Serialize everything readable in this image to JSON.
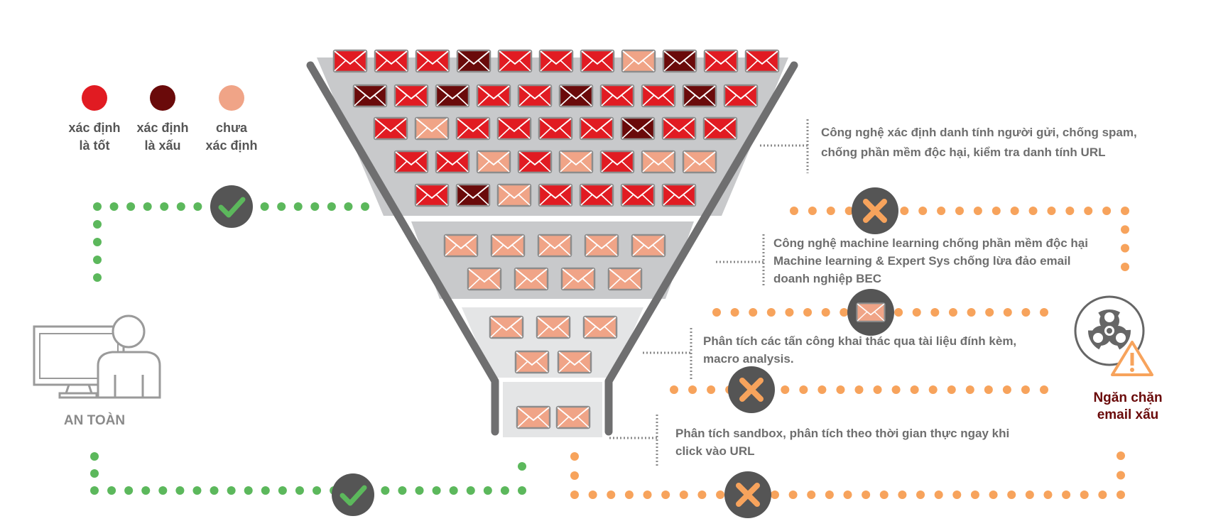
{
  "legend": {
    "good": {
      "line1": "xác định",
      "line2": "là tốt",
      "color": "#e11b22"
    },
    "bad": {
      "line1": "xác định",
      "line2": "là xấu",
      "color": "#6a0a0a"
    },
    "unknown": {
      "line1": "chưa",
      "line2": "xác định",
      "color": "#f0a487"
    }
  },
  "stages": [
    {
      "lines": [
        "Công nghệ xác định danh tính người gửi, chống spam,",
        "chống phần mềm độc hại, kiểm tra danh tính URL"
      ]
    },
    {
      "lines": [
        "Công nghệ machine learning chống phần mềm độc hại",
        "Machine learning & Expert Sys chống lừa đảo email",
        "doanh nghiệp BEC"
      ]
    },
    {
      "lines": [
        "Phân tích các tấn công khai thác qua tài liệu đính kèm,",
        "macro analysis."
      ]
    },
    {
      "lines": [
        "Phân tích sandbox, phân tích theo thời gian thực ngay khi",
        "click vào URL"
      ]
    }
  ],
  "safe_label": "AN TOÀN",
  "block_label": {
    "line1": "Ngăn chặn",
    "line2": "email xấu"
  },
  "funnel_rows": [
    [
      "g",
      "g",
      "g",
      "b",
      "g",
      "g",
      "g",
      "u",
      "b",
      "g",
      "g"
    ],
    [
      "b",
      "g",
      "b",
      "g",
      "g",
      "b",
      "g",
      "g",
      "b",
      "g"
    ],
    [
      "g",
      "u",
      "g",
      "g",
      "g",
      "g",
      "b",
      "g",
      "g"
    ],
    [
      "g",
      "g",
      "u",
      "g",
      "u",
      "g",
      "u",
      "u"
    ],
    [
      "g",
      "b",
      "u",
      "g",
      "g",
      "g",
      "g"
    ],
    [
      "u",
      "u",
      "u",
      "u",
      "u"
    ],
    [
      "u",
      "u",
      "u",
      "u"
    ],
    [
      "u",
      "u",
      "u"
    ],
    [
      "u",
      "u"
    ],
    [
      "u",
      "u"
    ]
  ],
  "colors": {
    "green": "#5cb85c",
    "orange": "#f7a35c",
    "block_red": "#6a0a0a",
    "funnel_gray": "#c8c9cb",
    "funnel_light": "#e4e5e6",
    "rim_gray": "#6f6f70",
    "icon_dark": "#555555"
  },
  "icons": {
    "check": "check-icon",
    "cross": "x-icon",
    "biohazard": "biohazard-icon",
    "warning": "warning-triangle-icon",
    "computer": "computer-icon",
    "user": "user-icon",
    "email": "email-icon"
  }
}
